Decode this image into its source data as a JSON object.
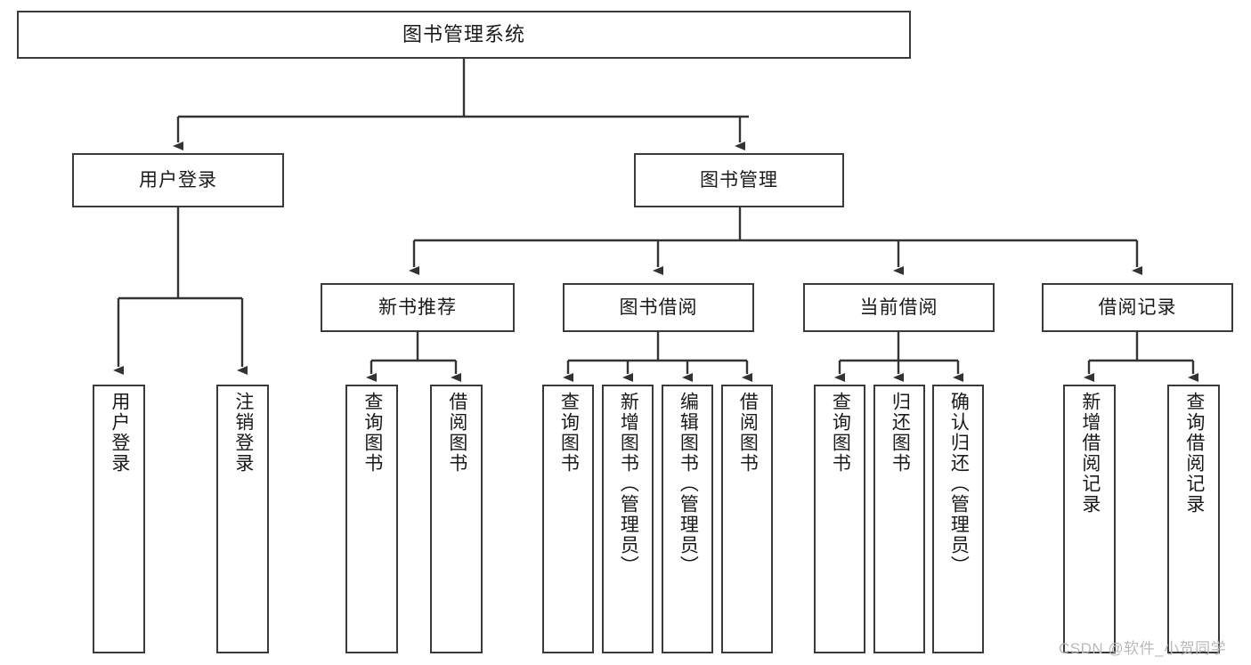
{
  "diagram": {
    "title": "图书管理系统",
    "type": "hierarchy-tree",
    "background_color": "#ffffff",
    "border_color": "#3a3a3a",
    "text_color": "#1a1a1a"
  },
  "nodes": {
    "root": {
      "label": "图书管理系统"
    },
    "level1": [
      {
        "label": "用户登录"
      },
      {
        "label": "图书管理"
      }
    ],
    "level2": [
      {
        "label": "新书推荐"
      },
      {
        "label": "图书借阅"
      },
      {
        "label": "当前借阅"
      },
      {
        "label": "借阅记录"
      }
    ],
    "leaves": {
      "user_login": [
        {
          "label": "用户登录"
        },
        {
          "label": "注销登录"
        }
      ],
      "new_book_recommend": [
        {
          "label": "查询图书"
        },
        {
          "label": "借阅图书"
        }
      ],
      "book_borrow": [
        {
          "label": "查询图书"
        },
        {
          "label": "新增图书（管理员）"
        },
        {
          "label": "编辑图书（管理员）"
        },
        {
          "label": "借阅图书"
        }
      ],
      "current_borrow": [
        {
          "label": "查询图书"
        },
        {
          "label": "归还图书"
        },
        {
          "label": "确认归还（管理员）"
        }
      ],
      "borrow_record": [
        {
          "label": "新增借阅记录"
        },
        {
          "label": "查询借阅记录"
        }
      ]
    }
  },
  "watermark": {
    "text": "CSDN @软件_小贺同学"
  }
}
